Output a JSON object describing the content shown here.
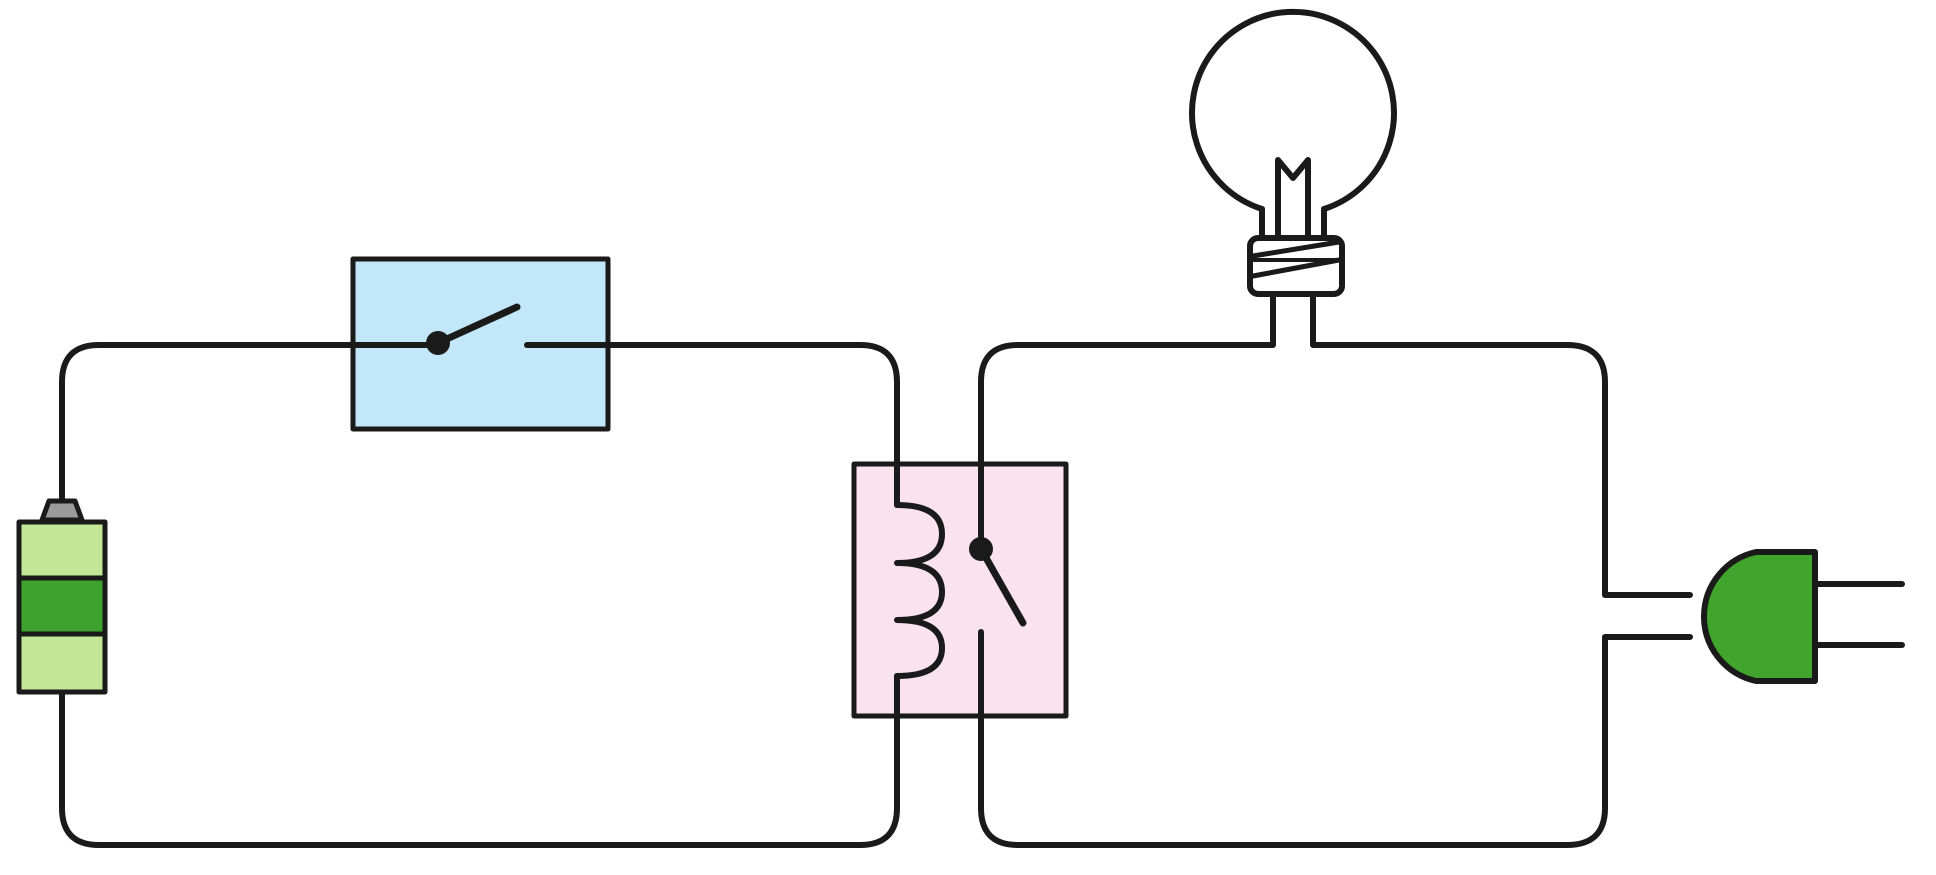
{
  "diagram": {
    "components": [
      {
        "id": "battery",
        "icon": "battery-icon"
      },
      {
        "id": "control-switch",
        "icon": "switch-icon",
        "state": "open"
      },
      {
        "id": "relay",
        "icon": "relay-icon",
        "contact_state": "open"
      },
      {
        "id": "light-bulb",
        "icon": "light-bulb-icon"
      },
      {
        "id": "power-plug",
        "icon": "power-plug-icon"
      }
    ],
    "circuits": [
      {
        "id": "control-circuit",
        "members": [
          "battery",
          "control-switch",
          "relay"
        ]
      },
      {
        "id": "load-circuit",
        "members": [
          "relay",
          "light-bulb",
          "power-plug"
        ]
      }
    ]
  },
  "colors": {
    "wire": "#1a1a1a",
    "background": "#ffffff",
    "switch_box": "#c2e7f8",
    "relay_box": "#fae3ef",
    "battery_light": "#c1e797",
    "battery_dark": "#3da32e",
    "battery_terminal": "#9a9a9a",
    "plug": "#41a42c"
  }
}
